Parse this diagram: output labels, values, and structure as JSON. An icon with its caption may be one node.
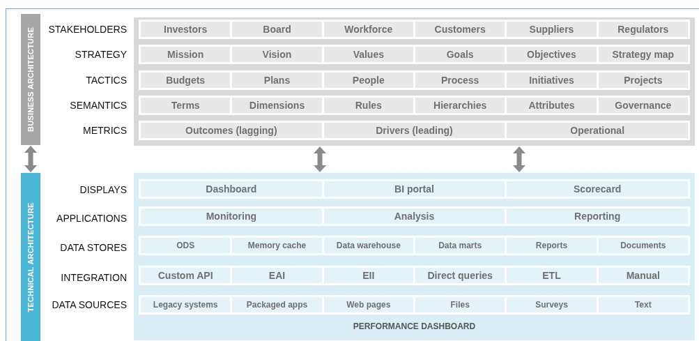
{
  "diagram": {
    "nodes": [
      {
        "text": [
          "BUSINESS ARCHITECTURE"
        ]
      },
      {
        "text": [],
        "shape": "box"
      },
      {
        "text": [
          "Investors"
        ],
        "in": 1
      },
      {
        "text": [
          "Board"
        ],
        "in": 1
      },
      {
        "text": [
          "Workforce"
        ],
        "in": 1
      },
      {
        "text": [
          "Customers"
        ],
        "in": 1
      },
      {
        "text": [
          "Suppliers"
        ],
        "in": 1
      },
      {
        "text": [
          "Regulators"
        ],
        "in": 1
      },
      {
        "text": [
          "Mission"
        ],
        "in": 1
      },
      {
        "text": [
          "Vision"
        ],
        "in": 1
      },
      {
        "text": [
          "Values"
        ],
        "in": 1
      },
      {
        "text": [
          "Goals"
        ],
        "in": 1
      },
      {
        "text": [
          "Objectives"
        ],
        "in": 1
      },
      {
        "text": [
          "Strategy map"
        ],
        "in": 1
      },
      {
        "text": [
          "Budgets"
        ],
        "in": 1
      },
      {
        "text": [
          "Plans"
        ],
        "in": 1
      },
      {
        "text": [
          "People"
        ],
        "in": 1
      },
      {
        "text": [
          "Process"
        ],
        "in": 1
      },
      {
        "text": [
          "Initiatives"
        ],
        "in": 1
      },
      {
        "text": [
          "Projects"
        ],
        "in": 1
      },
      {
        "text": [
          "Terms"
        ],
        "in": 1
      },
      {
        "text": [
          "Dimensions"
        ],
        "in": 1
      },
      {
        "text": [
          "Rules"
        ],
        "in": 1
      },
      {
        "text": [
          "Hierarchies"
        ],
        "in": 1
      },
      {
        "text": [
          "Attributes"
        ],
        "in": 1
      },
      {
        "text": [
          "Governance"
        ],
        "in": 1
      },
      {
        "text": [
          "Outcomes (lagging)"
        ],
        "in": 1
      },
      {
        "text": [
          "Drivers (leading)"
        ],
        "in": 1
      },
      {
        "text": [
          "Operational"
        ],
        "in": 1
      },
      {
        "text": [
          "TECHNICAL ARCHITECTURE"
        ]
      },
      {
        "text": [
          "PERFORMANCE DASHBOARD"
        ]
      },
      {
        "text": [
          "Dashboard"
        ],
        "in": 30
      },
      {
        "text": [
          "BI portal"
        ],
        "in": 30
      },
      {
        "text": [
          "Scorecard"
        ],
        "in": 30
      },
      {
        "text": [
          "Monitoring"
        ],
        "in": 30
      },
      {
        "text": [
          "Analysis"
        ],
        "in": 30
      },
      {
        "text": [
          "Reporting"
        ],
        "in": 30
      },
      {
        "text": [
          "ODS"
        ],
        "in": 30
      },
      {
        "text": [
          "Memory cache"
        ],
        "in": 30
      },
      {
        "text": [
          "Data warehouse"
        ],
        "in": 30
      },
      {
        "text": [
          "Data marts"
        ],
        "in": 30
      },
      {
        "text": [
          "Reports"
        ],
        "in": 30
      },
      {
        "text": [
          "Documents"
        ],
        "in": 30
      },
      {
        "text": [
          "Custom API"
        ],
        "in": 30
      },
      {
        "text": [
          "EAI"
        ],
        "in": 30
      },
      {
        "text": [
          "EII"
        ],
        "in": 30
      },
      {
        "text": [
          "Direct queries"
        ],
        "in": 30
      },
      {
        "text": [
          "ETL"
        ],
        "in": 30
      },
      {
        "text": [
          "Manual"
        ],
        "in": 30
      },
      {
        "text": [
          "Legacy systems"
        ],
        "in": 30
      },
      {
        "text": [
          "Packaged apps"
        ],
        "in": 30
      },
      {
        "text": [
          "Web pages"
        ],
        "in": 30
      },
      {
        "text": [
          "Files"
        ],
        "in": 30
      },
      {
        "text": [
          "Surveys"
        ],
        "in": 30
      },
      {
        "text": [
          "Text"
        ],
        "in": 30
      }
    ],
    "edges": [
      {
        "from": 0,
        "to": 29,
        "arrow": "both"
      },
      {
        "from": 1,
        "to": 30,
        "arrow": "both"
      },
      {
        "from": 1,
        "to": 30,
        "arrow": "both"
      }
    ],
    "labels": [
      "STAKEHOLDERS",
      "STRATEGY",
      "TACTICS",
      "SEMANTICS",
      "METRICS",
      "DISPLAYS",
      "APPLICATIONS",
      "DATA STORES",
      "INTEGRATION",
      "DATA SOURCES"
    ]
  }
}
